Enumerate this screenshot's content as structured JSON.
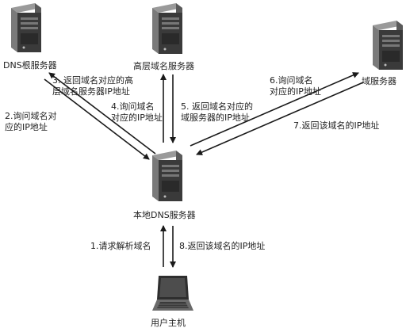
{
  "nodes": {
    "root": "DNS根服务器",
    "tld": "高层域名服务器",
    "domain": "域服务器",
    "local": "本地DNS服务器",
    "host": "用户主机"
  },
  "steps": {
    "s1": "1.请求解析域名",
    "s2": "2.询问域名对\n应的IP地址",
    "s3": "3. 返回域名对应的高\n层域名服务器IP地址",
    "s4": "4.询问域名\n对应的IP地址",
    "s5": "5. 返回域名对应的\n域服务器的IP地址",
    "s6": "6.询问域名\n对应的IP地址",
    "s7": "7.返回该域名的IP地址",
    "s8": "8.返回该域名的IP地址"
  },
  "icons": {
    "server": "server-tower-icon",
    "laptop": "laptop-icon"
  },
  "colors": {
    "arrow": "#1a1a1a",
    "server_dark": "#3a3a3a",
    "server_light": "#8a8a8a"
  }
}
